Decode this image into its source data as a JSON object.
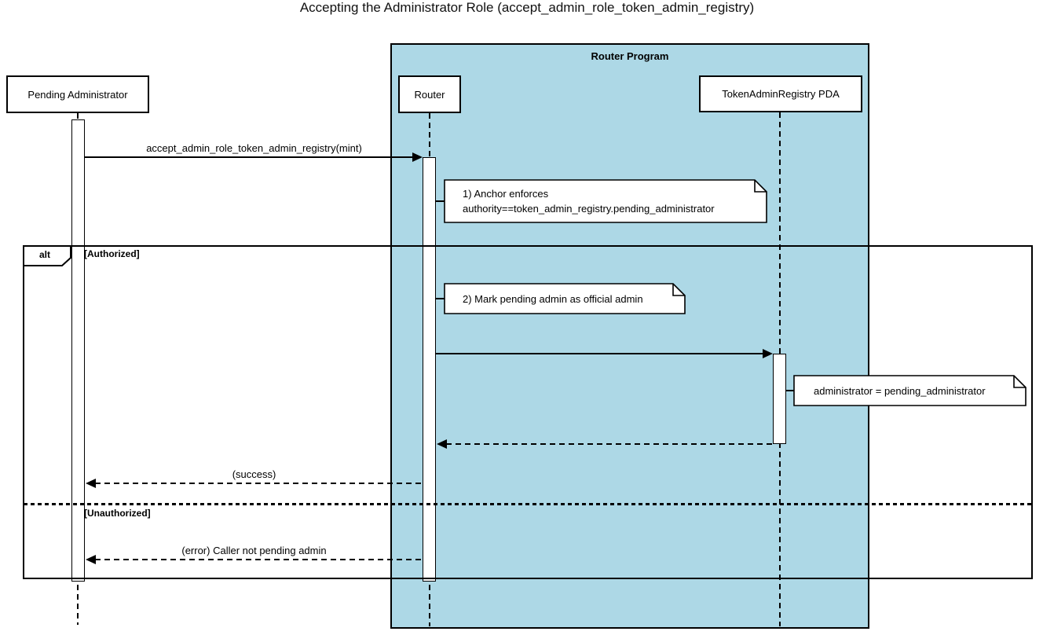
{
  "title": "Accepting the Administrator Role (accept_admin_role_token_admin_registry)",
  "colors": {
    "program_fill": "#ADD8E6",
    "stroke": "#000000",
    "shape_fill": "#FFFFFF"
  },
  "program_box": {
    "label": "Router Program"
  },
  "participants": [
    {
      "id": "pending-administrator",
      "label": "Pending Administrator"
    },
    {
      "id": "router",
      "label": "Router"
    },
    {
      "id": "token-admin-registry-pda",
      "label": "TokenAdminRegistry PDA"
    }
  ],
  "alt_frame": {
    "operator": "alt",
    "guards": {
      "authorized": "[Authorized]",
      "unauthorized": "[Unauthorized]"
    }
  },
  "messages": {
    "call": "accept_admin_role_token_admin_registry(mint)",
    "success": "(success)",
    "error": "(error) Caller not pending admin"
  },
  "notes": {
    "anchor_enforce": {
      "line1": "1) Anchor enforces",
      "line2": "authority==token_admin_registry.pending_administrator"
    },
    "mark_admin": "2) Mark pending admin as official admin",
    "set_admin": "administrator = pending_administrator"
  }
}
